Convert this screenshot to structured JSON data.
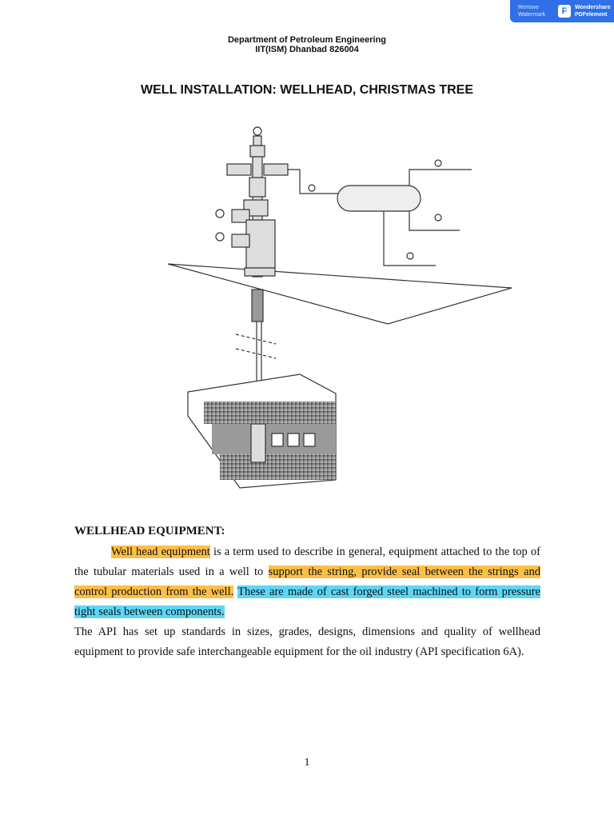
{
  "watermark": {
    "remove_line1": "Remove",
    "remove_line2": "Watermark",
    "logo_glyph": "F",
    "brand_line1": "Wondershare",
    "brand_line2": "PDFelement"
  },
  "header": {
    "department": "Department of Petroleum Engineering",
    "institute": "IIT(ISM) Dhanbad 826004"
  },
  "title": "WELL INSTALLATION: WELLHEAD, CHRISTMAS TREE",
  "section": {
    "heading": "WELLHEAD EQUIPMENT:",
    "p1_highlight1": "Well head equipment",
    "p1_text1": " is a term used to describe in general, equipment attached to the top of the tubular materials used in a well to ",
    "p1_highlight2": "support the string, provide seal between the strings and control production from the well.",
    "p1_text2": " ",
    "p1_highlight3": "These are made of cast forged steel machined to form pressure tight seals between components.",
    "p2": "The API has set up standards in sizes, grades, designs, dimensions and quality of wellhead equipment to provide safe interchangeable equipment for the oil industry (API specification 6A)."
  },
  "page_number": "1",
  "colors": {
    "highlight_orange": "#ffbf47",
    "highlight_cyan": "#5dd6f7",
    "badge_blue": "#2f6fe8"
  }
}
